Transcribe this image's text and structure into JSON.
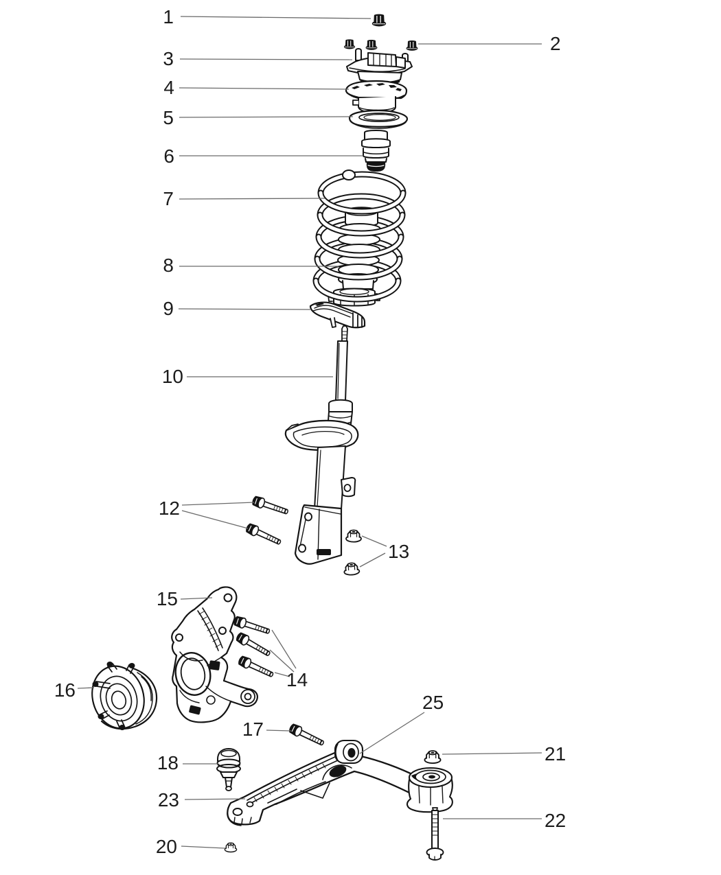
{
  "diagram": {
    "type": "exploded-parts-diagram",
    "subject": "front suspension strut, spring, knuckle, hub and lower control arm",
    "colors": {
      "background": "#ffffff",
      "artwork_line": "#141414",
      "leader_line": "#6a6a6a",
      "callout_text": "#1c1c1c"
    },
    "callouts": [
      {
        "number": "1",
        "part": "strut-rod-nut"
      },
      {
        "number": "2",
        "part": "strut-mount-nuts"
      },
      {
        "number": "3",
        "part": "strut-mount"
      },
      {
        "number": "4",
        "part": "strut-mount-bearing-seat"
      },
      {
        "number": "5",
        "part": "upper-spring-isolator"
      },
      {
        "number": "6",
        "part": "jounce-bumper"
      },
      {
        "number": "7",
        "part": "coil-spring"
      },
      {
        "number": "8",
        "part": "dust-shield"
      },
      {
        "number": "9",
        "part": "lower-spring-isolator"
      },
      {
        "number": "10",
        "part": "strut-damper"
      },
      {
        "number": "12",
        "part": "strut-to-knuckle-bolts"
      },
      {
        "number": "13",
        "part": "strut-to-knuckle-nuts"
      },
      {
        "number": "14",
        "part": "hub-mounting-bolts"
      },
      {
        "number": "15",
        "part": "steering-knuckle"
      },
      {
        "number": "16",
        "part": "hub-and-bearing"
      },
      {
        "number": "17",
        "part": "ball-joint-pinch-bolt"
      },
      {
        "number": "18",
        "part": "ball-joint"
      },
      {
        "number": "20",
        "part": "pinch-bolt-nut"
      },
      {
        "number": "21",
        "part": "front-bushing-nut"
      },
      {
        "number": "22",
        "part": "rear-bushing-bolt"
      },
      {
        "number": "23",
        "part": "lower-control-arm"
      },
      {
        "number": "25",
        "part": "control-arm-front-bushing"
      }
    ]
  }
}
